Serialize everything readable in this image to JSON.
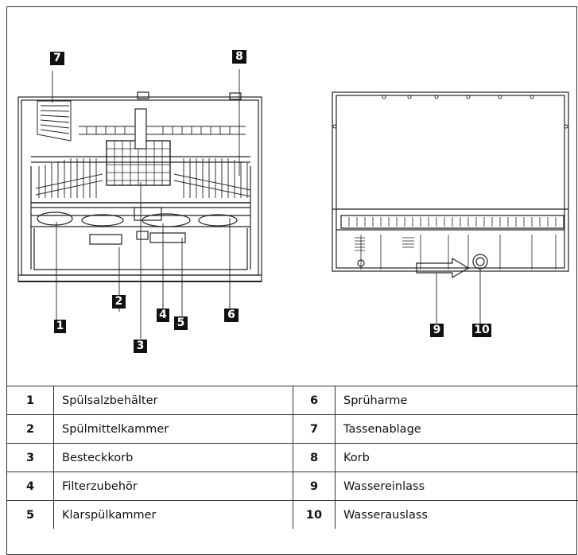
{
  "callouts": {
    "c1": "1",
    "c2": "2",
    "c3": "3",
    "c4": "4",
    "c5": "5",
    "c6": "6",
    "c7": "7",
    "c8": "8",
    "c9": "9",
    "c10": "10"
  },
  "legend": {
    "rows": [
      {
        "left_num": "1",
        "left_text": "Spülsalzbehälter",
        "right_num": "6",
        "right_text": "Sprüharme"
      },
      {
        "left_num": "2",
        "left_text": "Spülmittelkammer",
        "right_num": "7",
        "right_text": "Tassenablage"
      },
      {
        "left_num": "3",
        "left_text": "Besteckkorb",
        "right_num": "8",
        "right_text": "Korb"
      },
      {
        "left_num": "4",
        "left_text": "Filterzubehör",
        "right_num": "9",
        "right_text": "Wassereinlass"
      },
      {
        "left_num": "5",
        "left_text": "Klarspülkammer",
        "right_num": "10",
        "right_text": "Wasserauslass"
      }
    ]
  }
}
